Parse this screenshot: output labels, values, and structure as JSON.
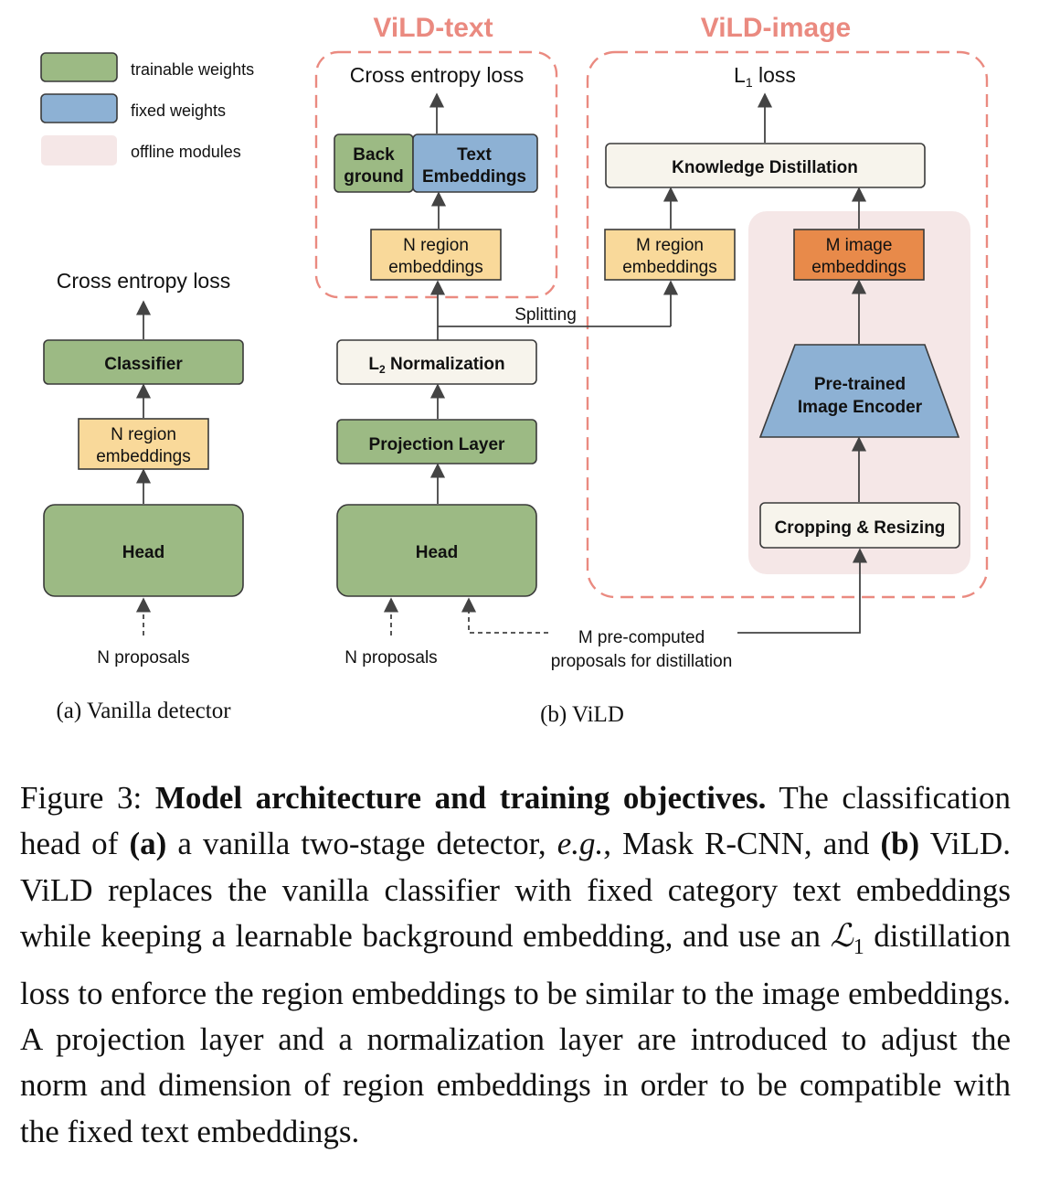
{
  "legend": {
    "trainable": "trainable weights",
    "fixed": "fixed weights",
    "offline": "offline modules"
  },
  "vanilla": {
    "loss": "Cross entropy loss",
    "classifier": "Classifier",
    "region_line1": "N region",
    "region_line2": "embeddings",
    "head": "Head",
    "proposals": "N proposals",
    "subcaption": "(a) Vanilla detector"
  },
  "vild": {
    "text_title": "ViLD-text",
    "image_title": "ViLD-image",
    "text_loss": "Cross entropy loss",
    "back_line1": "Back",
    "back_line2": "ground",
    "text_emb_line1": "Text",
    "text_emb_line2": "Embeddings",
    "n_region_line1": "N region",
    "n_region_line2": "embeddings",
    "l1_loss_prefix": "L",
    "l1_loss_sub": "1",
    "l1_loss_suffix": " loss",
    "kd": "Knowledge Distillation",
    "m_region_line1": "M region",
    "m_region_line2": "embeddings",
    "m_image_line1": "M image",
    "m_image_line2": "embeddings",
    "splitting": "Splitting",
    "l2_prefix": "L",
    "l2_sub": "2",
    "l2_suffix": " Normalization",
    "encoder_line1": "Pre-trained",
    "encoder_line2": "Image Encoder",
    "projection": "Projection Layer",
    "head": "Head",
    "cropping": "Cropping & Resizing",
    "proposals": "N proposals",
    "m_proposals_line1": "M pre-computed",
    "m_proposals_line2": "proposals for distillation",
    "subcaption": "(b) ViLD"
  },
  "caption": {
    "label": "Figure 3: ",
    "bold_title": "Model architecture and training objectives.",
    "t1": " The classification head of ",
    "a": "(a)",
    "t2": " a vanilla two-stage detector, ",
    "eg": "e.g.",
    "t3": ", Mask R-CNN, and ",
    "b": "(b)",
    "t4": " ViLD. ViLD replaces the vanilla classifier with fixed category text embeddings while keeping a learnable background embedding, and use an ",
    "math_l": "ℒ",
    "math_sub": "1",
    "t5": " distillation loss to enforce the region embeddings to be similar to the image embeddings.  A projection layer and a normalization layer are introduced to adjust the norm and dimension of region embeddings in order to be compatible with the fixed text embeddings."
  },
  "colors": {
    "trainable": "#9cba84",
    "fixed": "#8db1d4",
    "offline": "#f5e7e7",
    "region": "#f9d99a",
    "image_emb": "#e88a4a",
    "dashed_group": "#ea8a80"
  }
}
